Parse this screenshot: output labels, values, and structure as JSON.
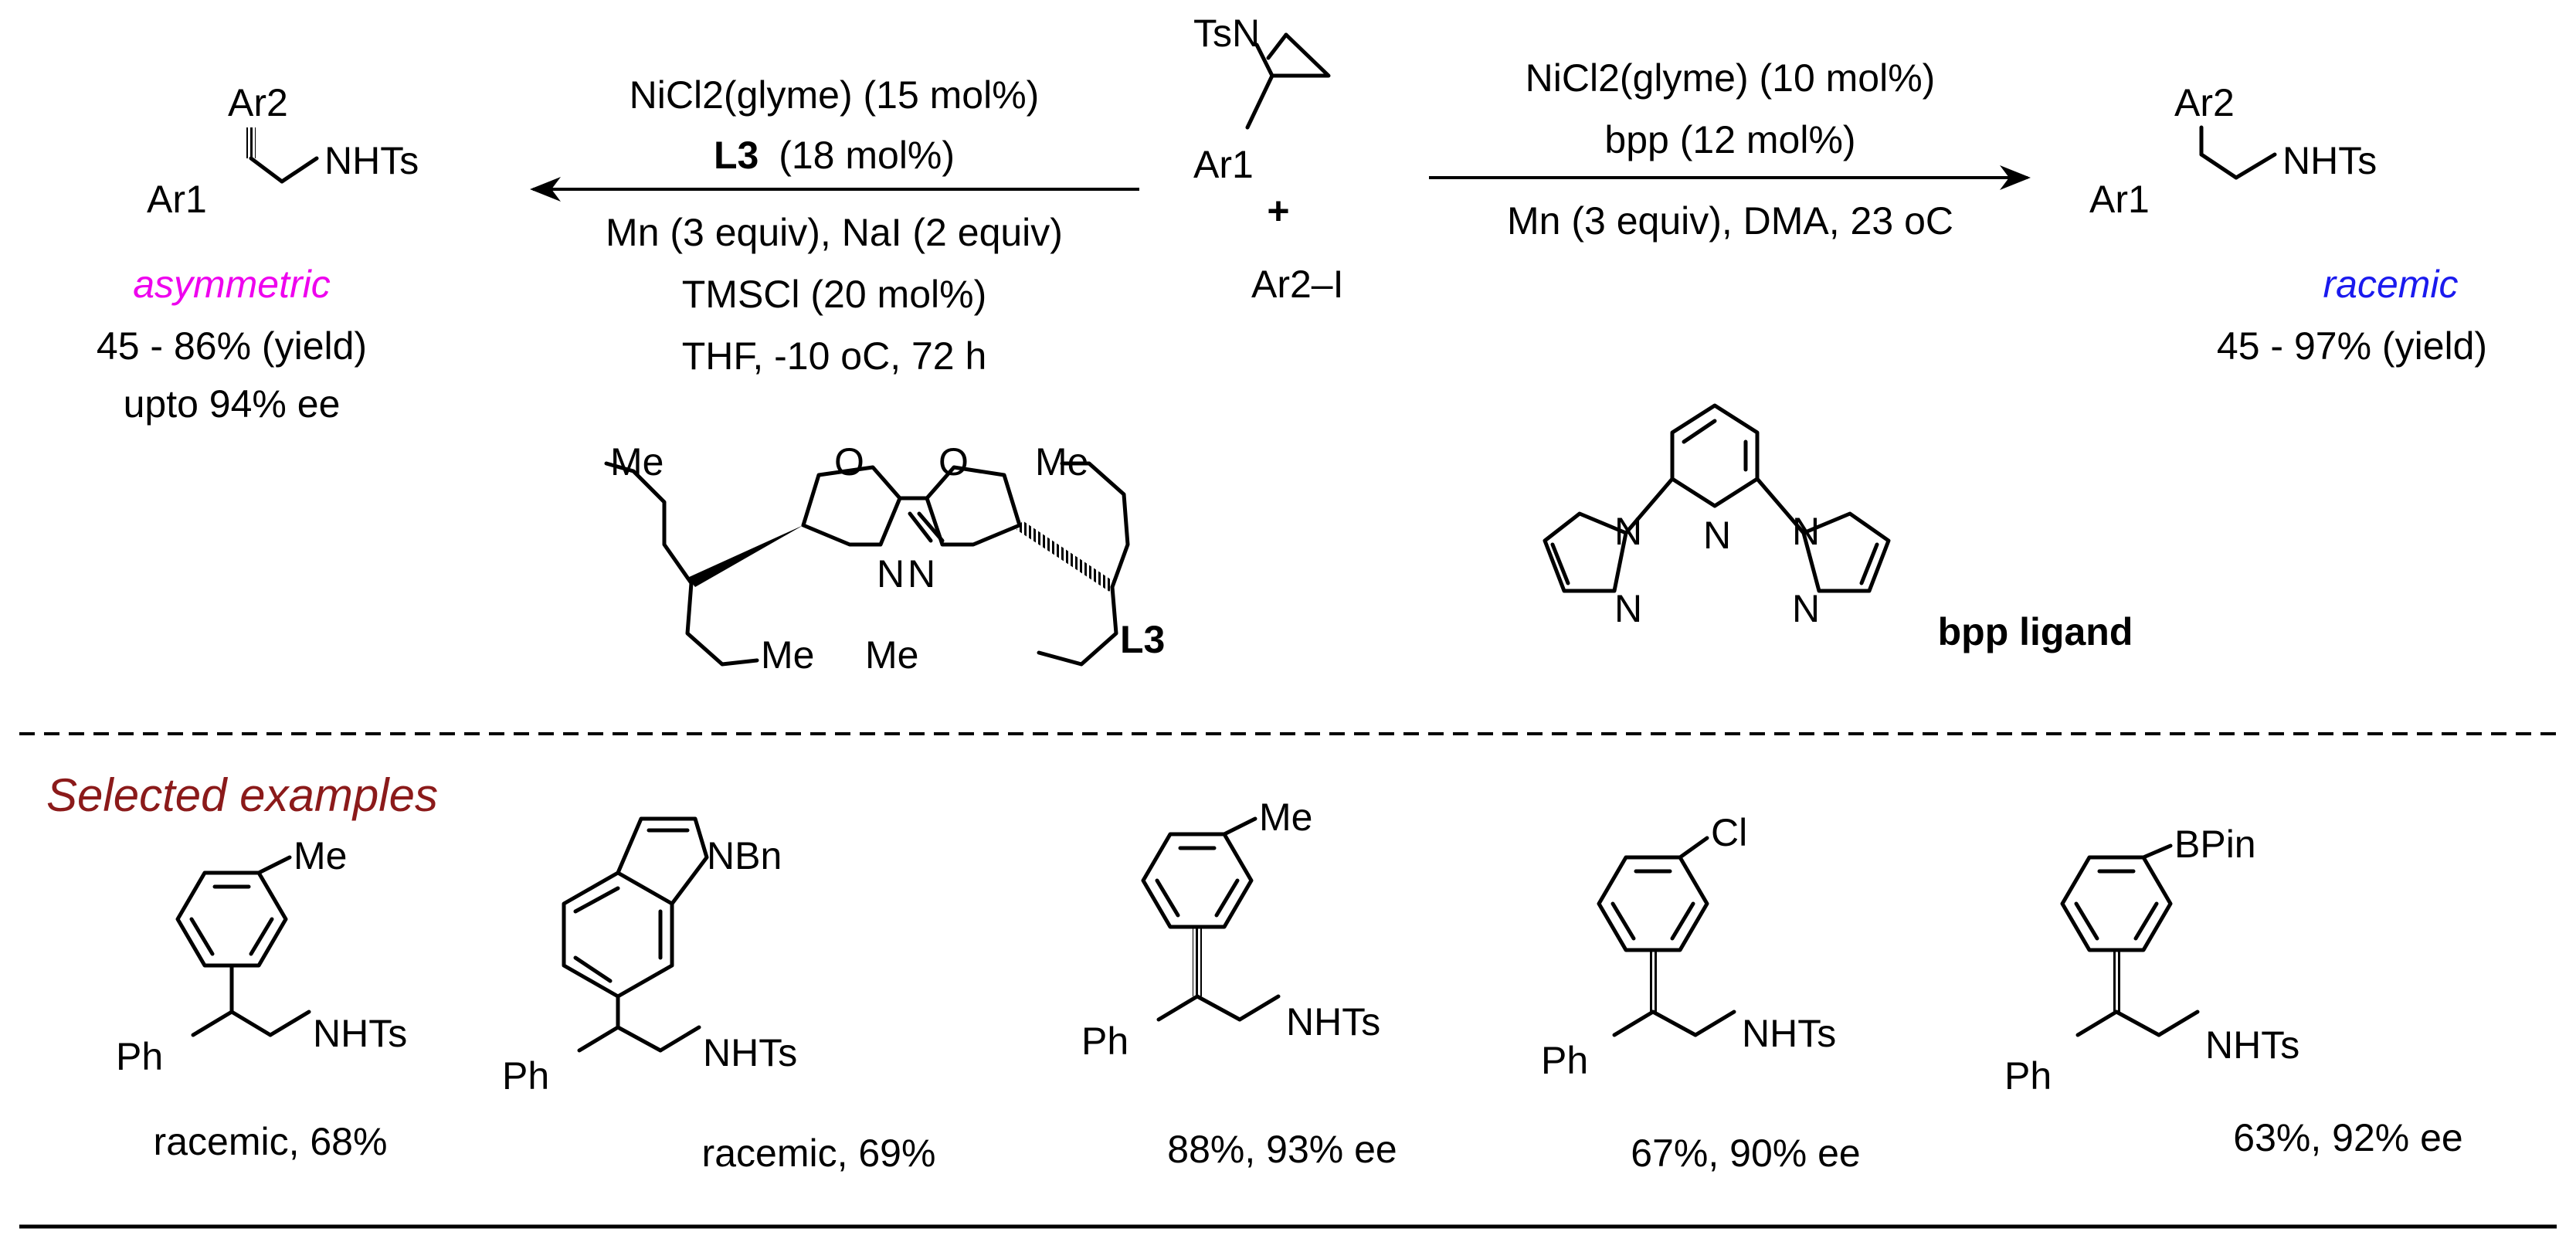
{
  "left_conditions": {
    "line1": "NiCl2(glyme) (15 mol%)",
    "ligand_bold": "L3",
    "ligand_rest": "(18 mol%)",
    "line3": "Mn (3 equiv), NaI (2 equiv)",
    "line4": "TMSCl (20 mol%)",
    "line5": "THF, -10 oC, 72 h"
  },
  "right_conditions": {
    "line1": "NiCl2(glyme) (10 mol%)",
    "line2": "bpp (12 mol%)",
    "line3": "Mn (3 equiv), DMA, 23 oC"
  },
  "reactants": {
    "aziridine_ts": "TsN",
    "aziridine_ar": "Ar1",
    "plus": "+",
    "aryl_iodide": "Ar2–I"
  },
  "left_product": {
    "ar2": "Ar2",
    "ar1": "Ar1",
    "nhts": "NHTs",
    "mode": "asymmetric",
    "yield": "45 - 86% (yield)",
    "ee": "upto 94% ee"
  },
  "right_product": {
    "ar2": "Ar2",
    "ar1": "Ar1",
    "nhts": "NHTs",
    "mode": "racemic",
    "yield": "45 - 97% (yield)"
  },
  "ligand_L3": {
    "name": "L3",
    "me1": "Me",
    "me2": "Me",
    "me3": "Me",
    "me4": "Me",
    "o1": "O",
    "o2": "O",
    "n1": "N",
    "n2": "N"
  },
  "ligand_bpp": {
    "name": "bpp ligand",
    "n_py": "N",
    "n1": "N",
    "n2": "N",
    "n3": "N",
    "n4": "N"
  },
  "examples": {
    "heading": "Selected examples",
    "items": [
      {
        "substituent": "Me",
        "ph": "Ph",
        "nhts": "NHTs",
        "result": "racemic, 68%"
      },
      {
        "substituent": "NBn",
        "ph": "Ph",
        "nhts": "NHTs",
        "result": "racemic, 69%"
      },
      {
        "substituent": "Me",
        "ph": "Ph",
        "nhts": "NHTs",
        "result": "88%, 93% ee"
      },
      {
        "substituent": "Cl",
        "ph": "Ph",
        "nhts": "NHTs",
        "result": "67%, 90% ee"
      },
      {
        "substituent": "BPin",
        "ph": "Ph",
        "nhts": "NHTs",
        "result": "63%, 92% ee"
      }
    ]
  },
  "colors": {
    "asymmetric": "#ee00ee",
    "racemic": "#1a1aee",
    "heading": "#8b1a1a"
  }
}
